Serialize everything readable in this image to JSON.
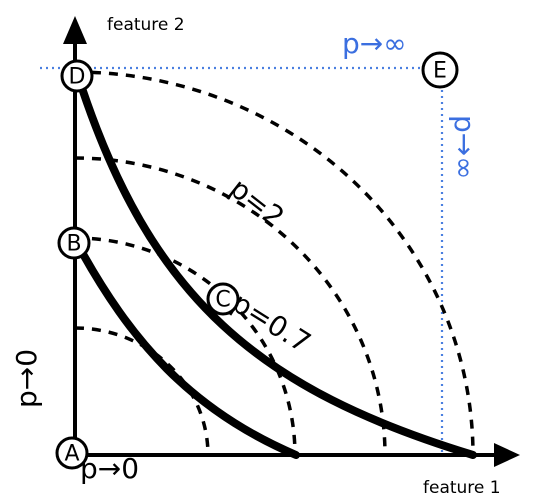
{
  "labels": {
    "x_axis": "feature 1",
    "y_axis": "feature 2",
    "p_two": "p=2",
    "p_zero_seven": "p=0.7",
    "p_zero_bottom": "p→0",
    "p_zero_left": "p→0",
    "p_inf_top": "p→∞",
    "p_inf_right": "p→∞"
  },
  "nodes": [
    {
      "id": "A",
      "label": "A"
    },
    {
      "id": "B",
      "label": "B"
    },
    {
      "id": "C",
      "label": "C"
    },
    {
      "id": "D",
      "label": "D"
    },
    {
      "id": "E",
      "label": "E"
    }
  ],
  "colors": {
    "ink": "#000000",
    "accent_blue": "#3b6fe0"
  }
}
